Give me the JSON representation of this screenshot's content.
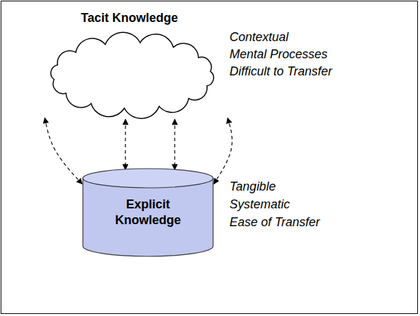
{
  "diagram": {
    "nodes": [
      {
        "text": [
          "Tacit Knowledge"
        ]
      },
      {
        "text": [
          "Explicit Knowledge"
        ]
      }
    ],
    "edges": [
      {
        "from": 0,
        "to": 1,
        "arrow": "both"
      },
      {
        "from": 0,
        "to": 1,
        "arrow": "both"
      },
      {
        "from": 0,
        "to": 1,
        "arrow": "both"
      },
      {
        "from": 0,
        "to": 1,
        "arrow": "both"
      }
    ],
    "labels": [
      "Contextual",
      "Mental Processes",
      "Difficult to Transfer",
      "Tangible",
      "Systematic",
      "Ease of Transfer"
    ]
  }
}
